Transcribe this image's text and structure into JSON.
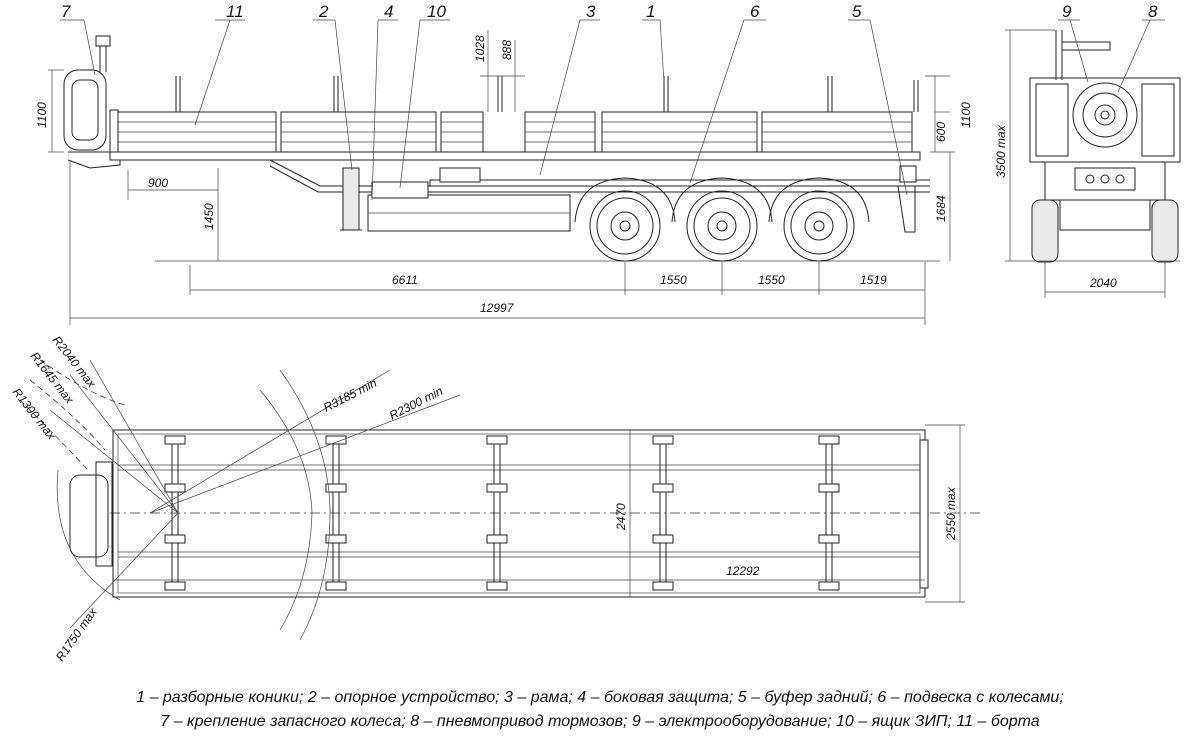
{
  "side_view": {
    "callouts": [
      "7",
      "11",
      "2",
      "4",
      "10",
      "3",
      "1",
      "6",
      "5"
    ],
    "dims": {
      "h1100_left": "1100",
      "h1028": "1028",
      "h888": "888",
      "h1100_right": "1100",
      "h600": "600",
      "h1684": "1684",
      "h1450": "1450",
      "d900": "900",
      "d6611": "6611",
      "d1550a": "1550",
      "d1550b": "1550",
      "d1519": "1519",
      "d12997": "12997"
    }
  },
  "rear_view": {
    "callouts": [
      "9",
      "8"
    ],
    "dims": {
      "h3500": "3500 max",
      "w2040": "2040"
    }
  },
  "top_view": {
    "dims": {
      "r2040": "R2040 max",
      "r1645": "R1645 max",
      "r1300": "R1300 max",
      "r3185": "R3185 min",
      "r2300": "R2300 min",
      "r1750": "R1750 max",
      "w2470": "2470",
      "w2550": "2550 max",
      "l12292": "12292"
    }
  },
  "caption": {
    "line1": "1 – разборные коники; 2 – опорное устройство; 3 – рама; 4 – боковая защита; 5 – буфер задний; 6 – подвеска с колесами;",
    "line2": "7 – крепление запасного колеса; 8 – пневмопривод тормозов; 9 – электрооборудование; 10 – ящик ЗИП; 11 – борта"
  }
}
